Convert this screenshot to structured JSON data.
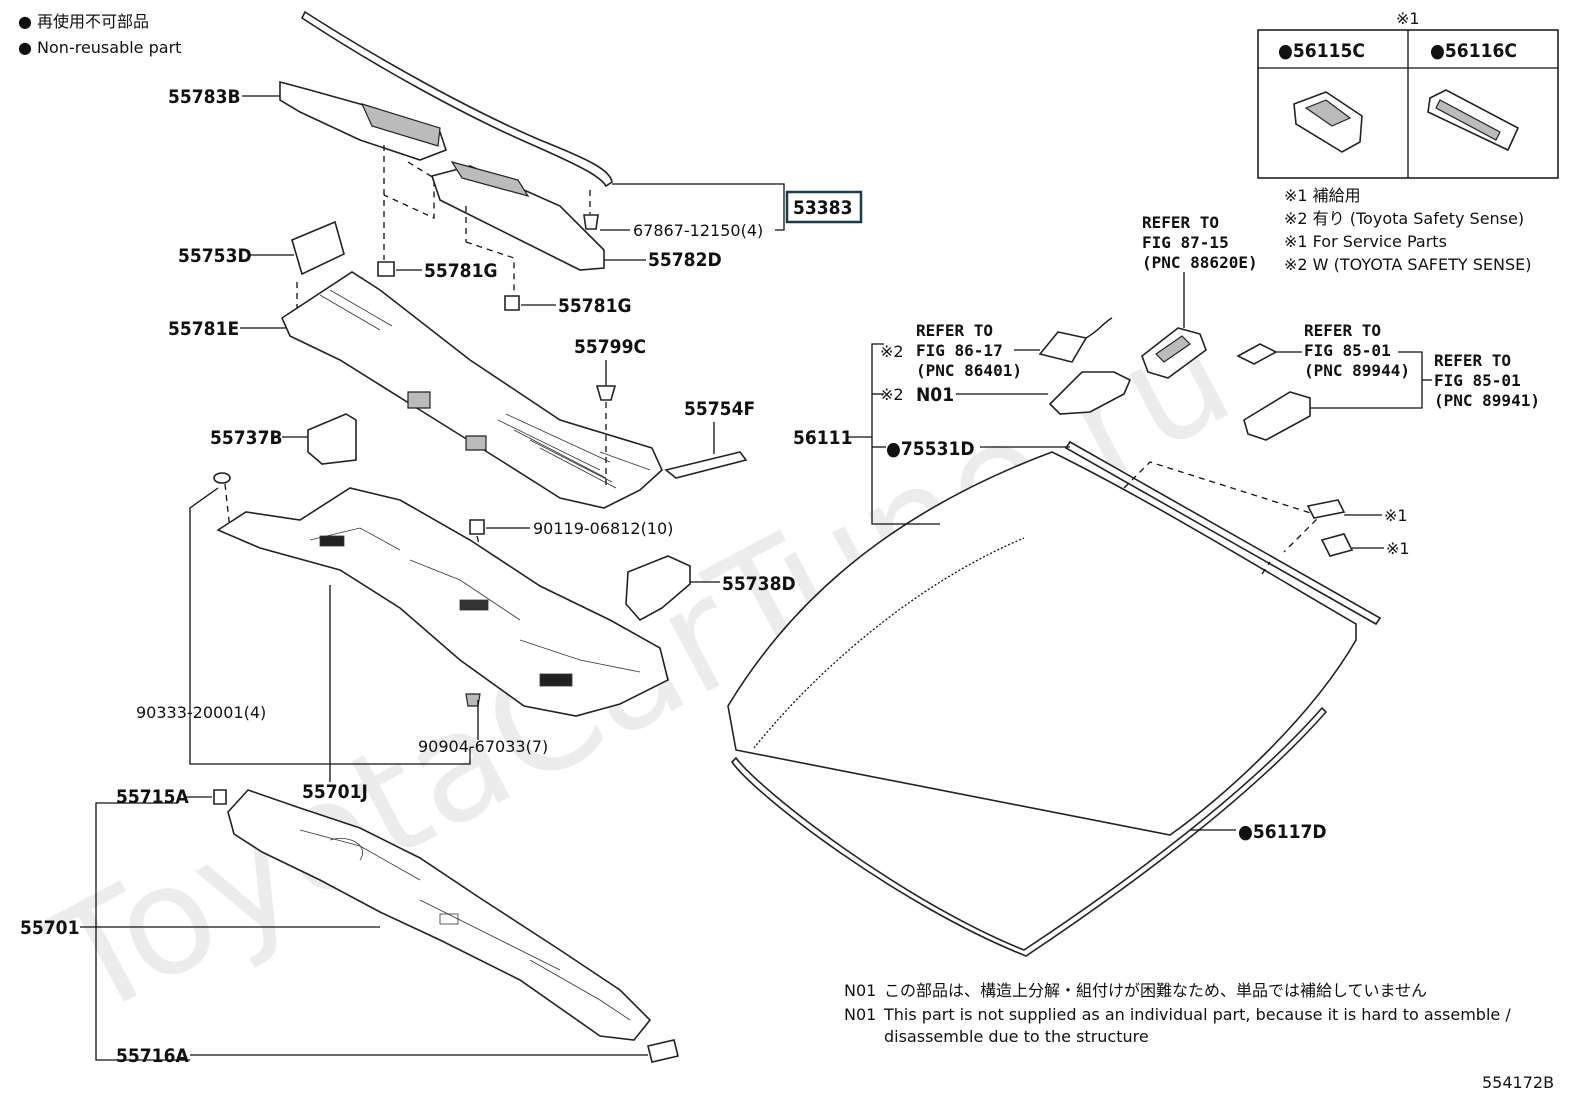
{
  "legend": {
    "item_jp": "● 再使用不可部品",
    "item_en": "● Non-reusable part"
  },
  "inset": {
    "mark": "※1",
    "left_part": "●56115C",
    "right_part": "●56116C"
  },
  "footnotes": {
    "n1_jp": "※1 補給用",
    "n2_jp": "※2 有り (Toyota Safety Sense)",
    "n1_en": "※1 For Service Parts",
    "n2_en": "※2 W (TOYOTA SAFETY SENSE)"
  },
  "parts": {
    "p55783B": "55783B",
    "p53383": "53383",
    "p67867": "67867-12150(4)",
    "p55782D": "55782D",
    "p55753D": "55753D",
    "p55781G_a": "55781G",
    "p55781G_b": "55781G",
    "p55781E": "55781E",
    "p55799C": "55799C",
    "p55754F": "55754F",
    "p55737B": "55737B",
    "p90119": "90119-06812(10)",
    "p55738D": "55738D",
    "p90333": "90333-20001(4)",
    "p90904": "90904-67033(7)",
    "p55701J": "55701J",
    "p55715A": "55715A",
    "p55701": "55701",
    "p55716A": "55716A",
    "p56111": "56111",
    "p75531D": "●75531D",
    "p56117D": "●56117D",
    "x1a": "※1",
    "x1b": "※1",
    "x2a": "※2",
    "x2b": "※2",
    "n01": "N01"
  },
  "refs": {
    "r1_l1": "REFER TO",
    "r1_l2": "FIG 87-15",
    "r1_l3": "(PNC 88620E)",
    "r2_l1": "REFER TO",
    "r2_l2": "FIG 86-17",
    "r2_l3": "(PNC 86401)",
    "r3_l1": "REFER TO",
    "r3_l2": "FIG 85-01",
    "r3_l3": "(PNC 89944)",
    "r4_l1": "REFER TO",
    "r4_l2": "FIG 85-01",
    "r4_l3": "(PNC 89941)"
  },
  "bottom_notes": {
    "jp_label": "N01",
    "jp_text": "この部品は、構造上分解・組付けが困難なため、単品では補給していません",
    "en_label": "N01",
    "en_text_1": "This part is not supplied as an individual part, because it is hard to assemble /",
    "en_text_2": "disassemble due to the structure"
  },
  "figure_id": "554172B",
  "watermark": "ToyotaCarTune.ru"
}
